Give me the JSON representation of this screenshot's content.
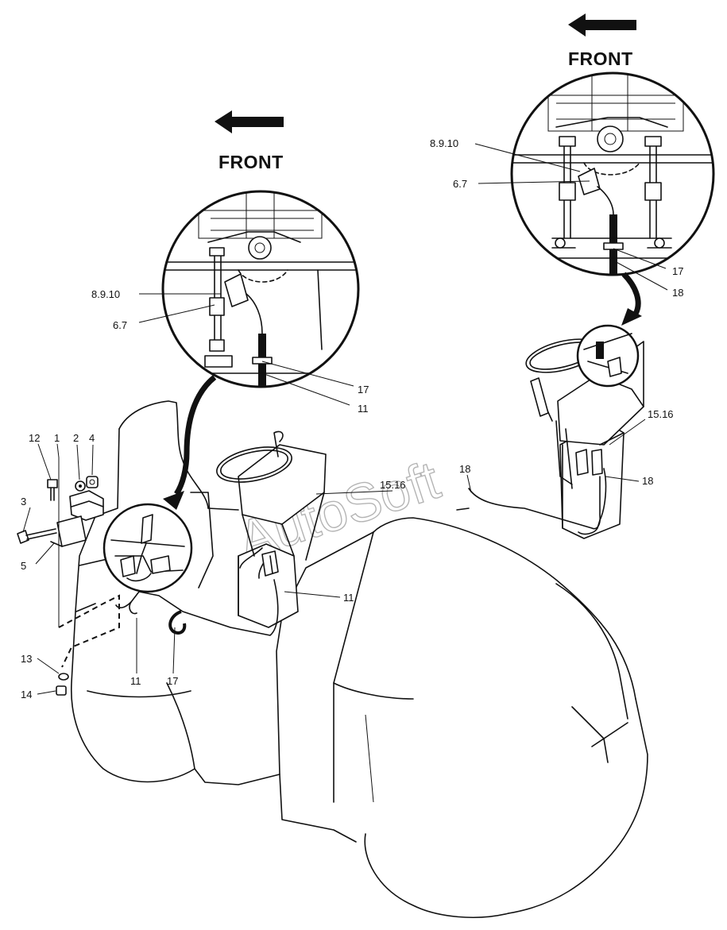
{
  "front_labels": [
    "FRONT",
    "FRONT"
  ],
  "watermark": "AutoSoft",
  "callouts": {
    "left_detail": [
      "8.9.10",
      "6.7",
      "17",
      "11"
    ],
    "right_detail": [
      "8.9.10",
      "6.7",
      "17",
      "18"
    ],
    "bracket_parts": [
      "12",
      "1",
      "2",
      "4",
      "3",
      "5",
      "13",
      "14"
    ],
    "main_view": [
      "15.16",
      "11",
      "11",
      "17"
    ],
    "right_view": [
      "15.16",
      "18",
      "18"
    ]
  }
}
